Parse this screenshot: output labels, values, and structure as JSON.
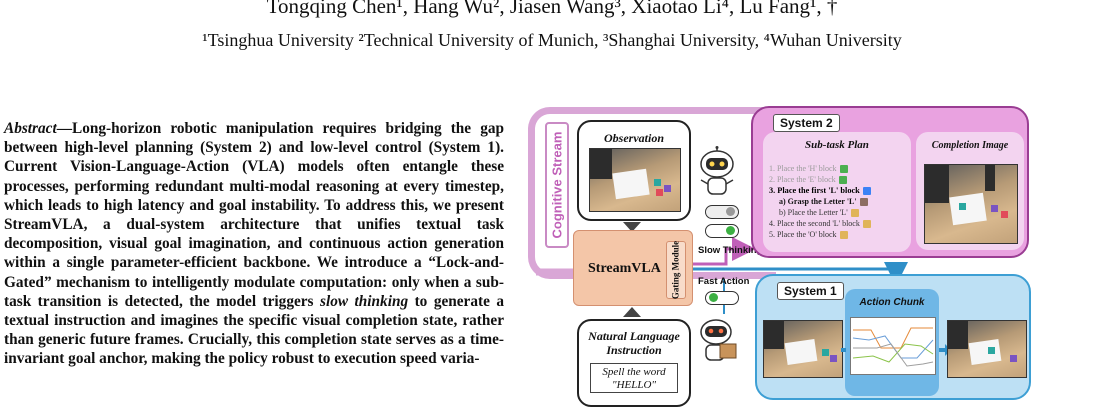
{
  "header": {
    "authors": "Tongqing Chen¹, Hang Wu², Jiasen Wang³, Xiaotao Li⁴, Lu Fang¹, †",
    "affiliations": "¹Tsinghua University ²Technical University of Munich, ³Shanghai University, ⁴Wuhan University"
  },
  "abstract": {
    "lead": "Abstract",
    "part1": "—Long-horizon robotic manipulation requires bridging the gap between high-level planning (System 2) and low-level control (System 1). Current Vision-Language-Action (VLA) models often entangle these processes, performing redundant multi-modal reasoning at every timestep, which leads to high latency and goal instability. To address this, we present StreamVLA, a dual-system architecture that unifies textual task decomposition, visual goal imagination, and continuous action generation within a single parameter-efficient backbone. We introduce a “Lock-and-Gated” mechanism to intelligently modulate computation: only when a sub-task transition is detected, the model triggers ",
    "emph": "slow thinking",
    "part2": " to generate a textual instruction and imagines the specific visual completion state, rather than generic future frames. Crucially, this completion state serves as a time-invariant goal anchor, making the policy robust to execution speed varia-"
  },
  "figure": {
    "cognitive_stream": "Cognitive Stream",
    "observation": "Observation",
    "streamvla": "StreamVLA",
    "gating_module": "Gating Module",
    "slow_thinking": "Slow Thinking",
    "fast_action": "Fast Action",
    "nl_instruction": "Natural Language Instruction",
    "instruction_text": "Spell the word \"HELLO\"",
    "system2": {
      "title": "System 2",
      "subtask_plan_title": "Sub-task Plan",
      "subtasks": [
        "1.   Place the 'H' block",
        "2.   Place the 'E' block",
        "3.   Place the first 'L' block",
        "a)   Grasp the Letter 'L'",
        "b)   Place the Letter 'L'",
        "4.   Place the second 'L' block",
        "5.   Place the 'O' block"
      ],
      "completion_image": "Completion Image"
    },
    "system1": {
      "title": "System 1",
      "action_chunk": "Action Chunk"
    },
    "colors": {
      "cognitive": "#d9a6d6",
      "system2": "#e9a2e0",
      "system1": "#bde0f4",
      "streamvla": "#f4c6a8"
    }
  }
}
